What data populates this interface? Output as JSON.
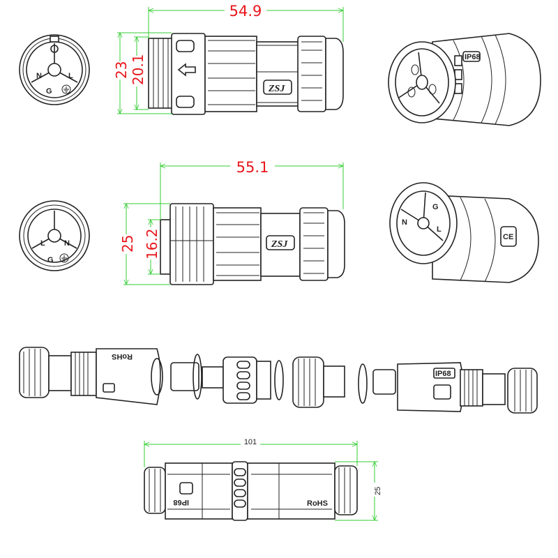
{
  "title": "Waterproof 3-pin connector technical drawing",
  "face_views": {
    "male": {
      "pins": [
        "N",
        "L",
        "G"
      ],
      "ground_symbol": "earth-icon"
    },
    "female": {
      "pins": [
        "L",
        "N",
        "G"
      ],
      "ground_symbol": "earth-icon"
    }
  },
  "dimensions": {
    "top_length": "54.9",
    "top_outer_diameter": "23",
    "top_thread_diameter": "20.1",
    "middle_length": "55.1",
    "middle_outer_diameter": "25",
    "middle_inner_diameter": "16.2",
    "assembly_length": "101",
    "assembly_diameter": "25"
  },
  "markings": {
    "brand": "ZSJ",
    "rating": "IP68",
    "compliance": "RoHS",
    "ce": "CE"
  },
  "colors": {
    "dimension_line": "#33cc33",
    "dimension_text": "#e8161b",
    "outline": "#222222"
  }
}
